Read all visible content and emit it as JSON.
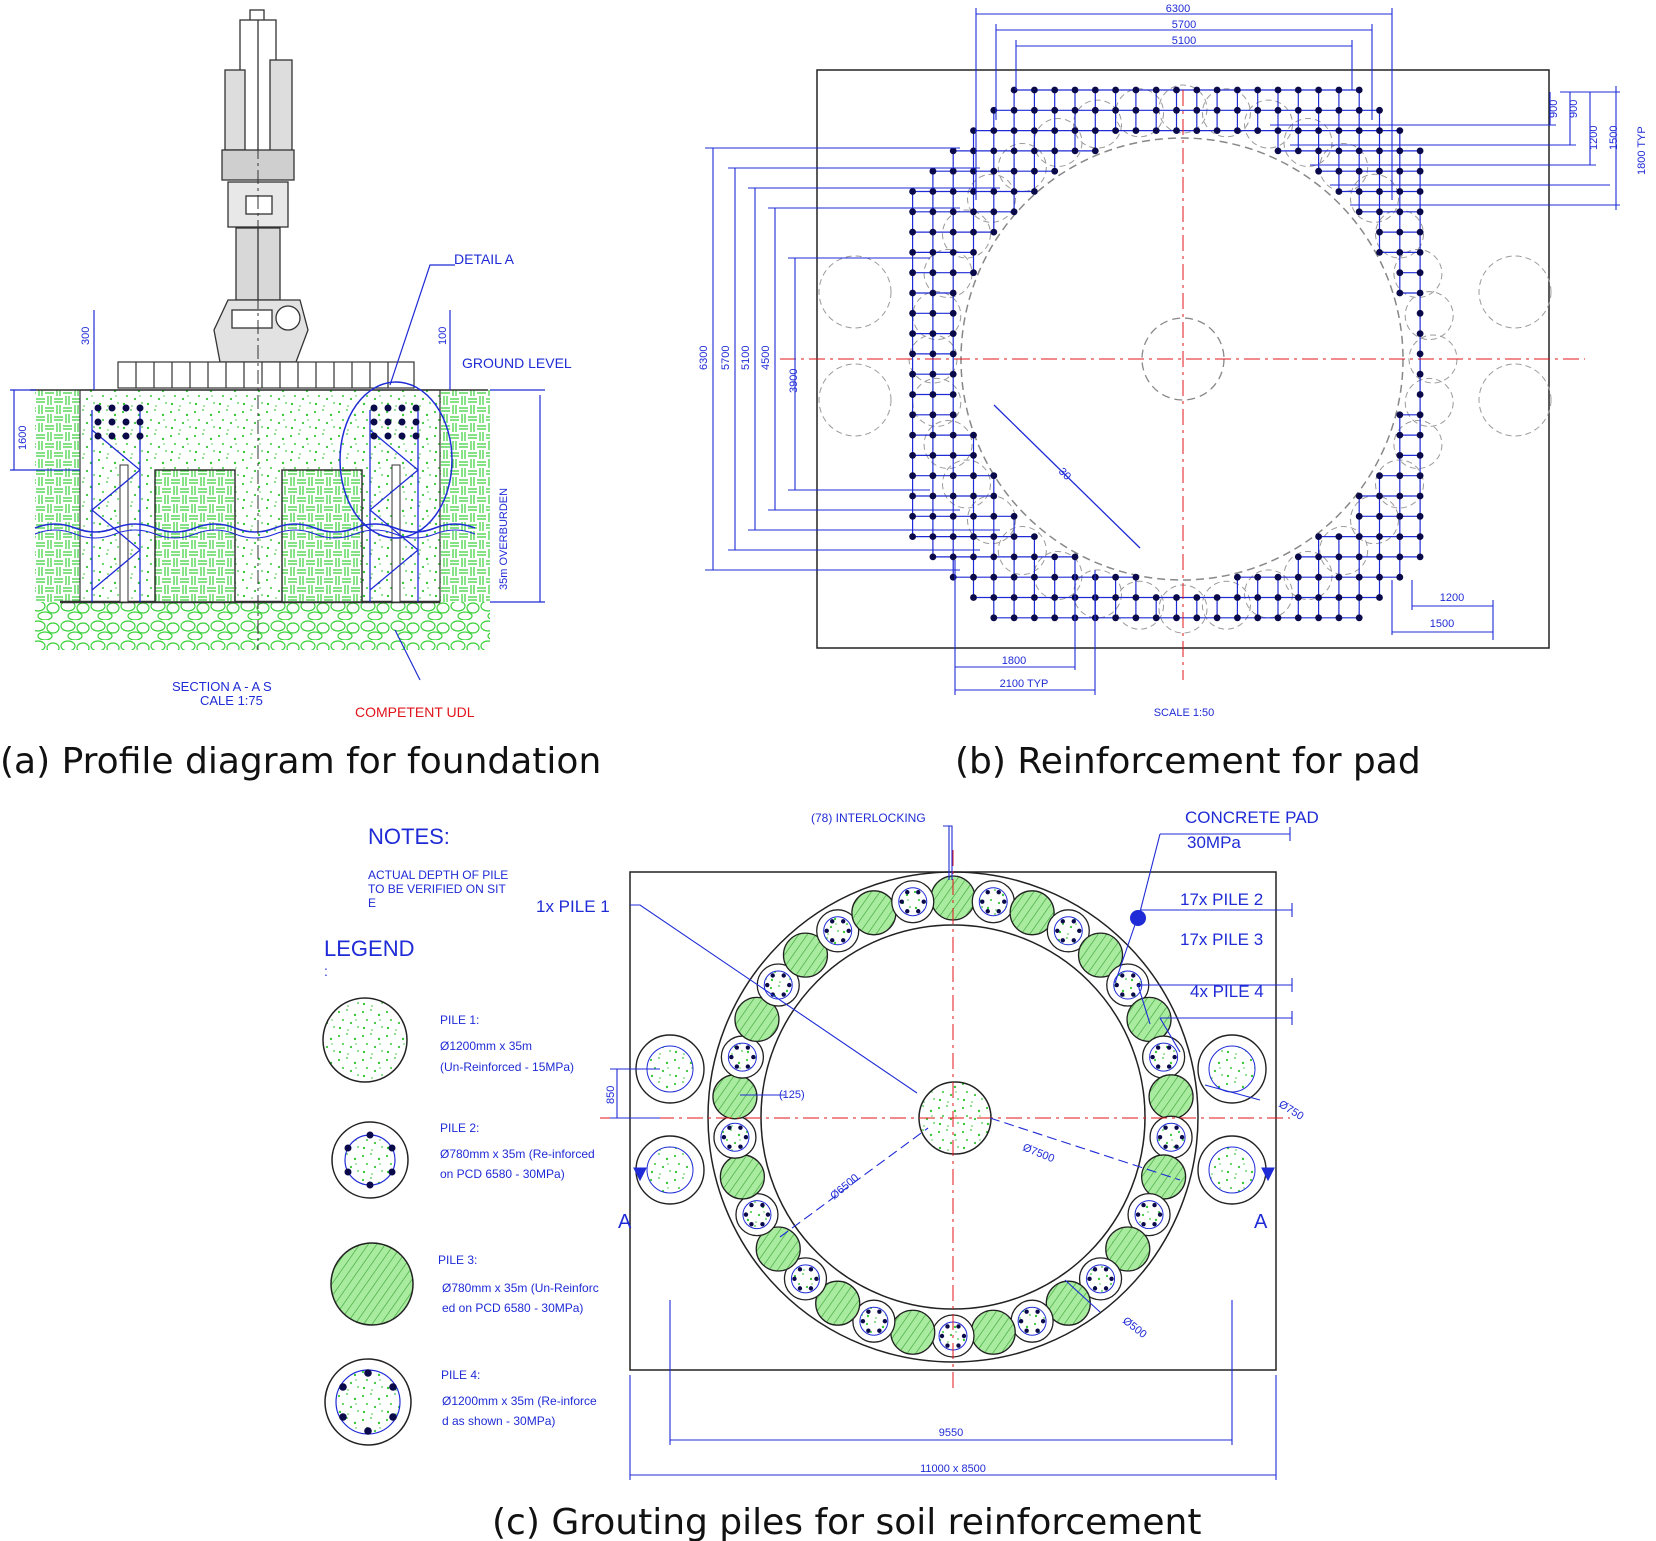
{
  "colors": {
    "annotation_blue": "#1f2bd6",
    "centerline_red": "#e0141a",
    "fill_green": "#3ad13a",
    "light_green": "#b9f2b0",
    "steel_navy": "#0a0a4a"
  },
  "panel_a": {
    "caption": "(a) Profile diagram for foundation",
    "detail_label": "DETAIL A",
    "ground_label": "GROUND LEVEL",
    "dim_300": "300",
    "dim_100": "100",
    "dim_1600": "1600",
    "overburden": "35m OVERBURDEN",
    "section_line1": "SECTION A - A S",
    "section_line2": "CALE 1:75",
    "competent": "COMPETENT UDL"
  },
  "panel_b": {
    "caption": "(b) Reinforcement for pad",
    "scale": "SCALE 1:50",
    "dims_top": [
      "6300",
      "5700",
      "5100"
    ],
    "dims_left": [
      "6300",
      "5700",
      "5100",
      "4500",
      "3900"
    ],
    "dims_right": [
      "900",
      "900",
      "1200",
      "1500",
      "1800 TYP"
    ],
    "dims_bottom_left": [
      "1800",
      "2100 TYP"
    ],
    "dims_bottom_right": [
      "1200",
      "1500"
    ],
    "diag_label": "30"
  },
  "panel_c": {
    "caption": "(c) Grouting piles for soil reinforcement",
    "notes_title": "NOTES:",
    "notes_text": [
      "ACTUAL DEPTH OF PILE",
      "TO BE VERIFIED ON SIT",
      "E"
    ],
    "legend_title": "LEGEND",
    "legend_colon": ":",
    "legend": [
      {
        "name": "PILE 1:",
        "line1": "Ø1200mm x 35m",
        "line2": "(Un-Reinforced - 15MPa)"
      },
      {
        "name": "PILE 2:",
        "line1": "Ø780mm x 35m (Re-inforced",
        "line2": "on PCD 6580 - 30MPa)"
      },
      {
        "name": "PILE 3:",
        "line1": "Ø780mm x 35m (Un-Reinforc",
        "line2": "ed   on PCD 6580 - 30MPa)"
      },
      {
        "name": "PILE 4:",
        "line1": "Ø1200mm x 35m (Re-inforce",
        "line2": "d   as shown - 30MPa)"
      }
    ],
    "interlocking": "(78) INTERLOCKING",
    "concrete_pad": [
      "CONCRETE PAD",
      "30MPa"
    ],
    "pile_counts": [
      "1x PILE 1",
      "17x PILE 2",
      "17x PILE 3",
      "4x PILE 4"
    ],
    "dims": {
      "d850": "850",
      "d125": "(125)",
      "d6500": "Ø6500",
      "d7500": "Ø7500",
      "d750": "Ø750",
      "d500": "Ø500",
      "d9550": "9550",
      "d11000": "11000 x 8500"
    },
    "section_marks": [
      "A",
      "A"
    ]
  }
}
